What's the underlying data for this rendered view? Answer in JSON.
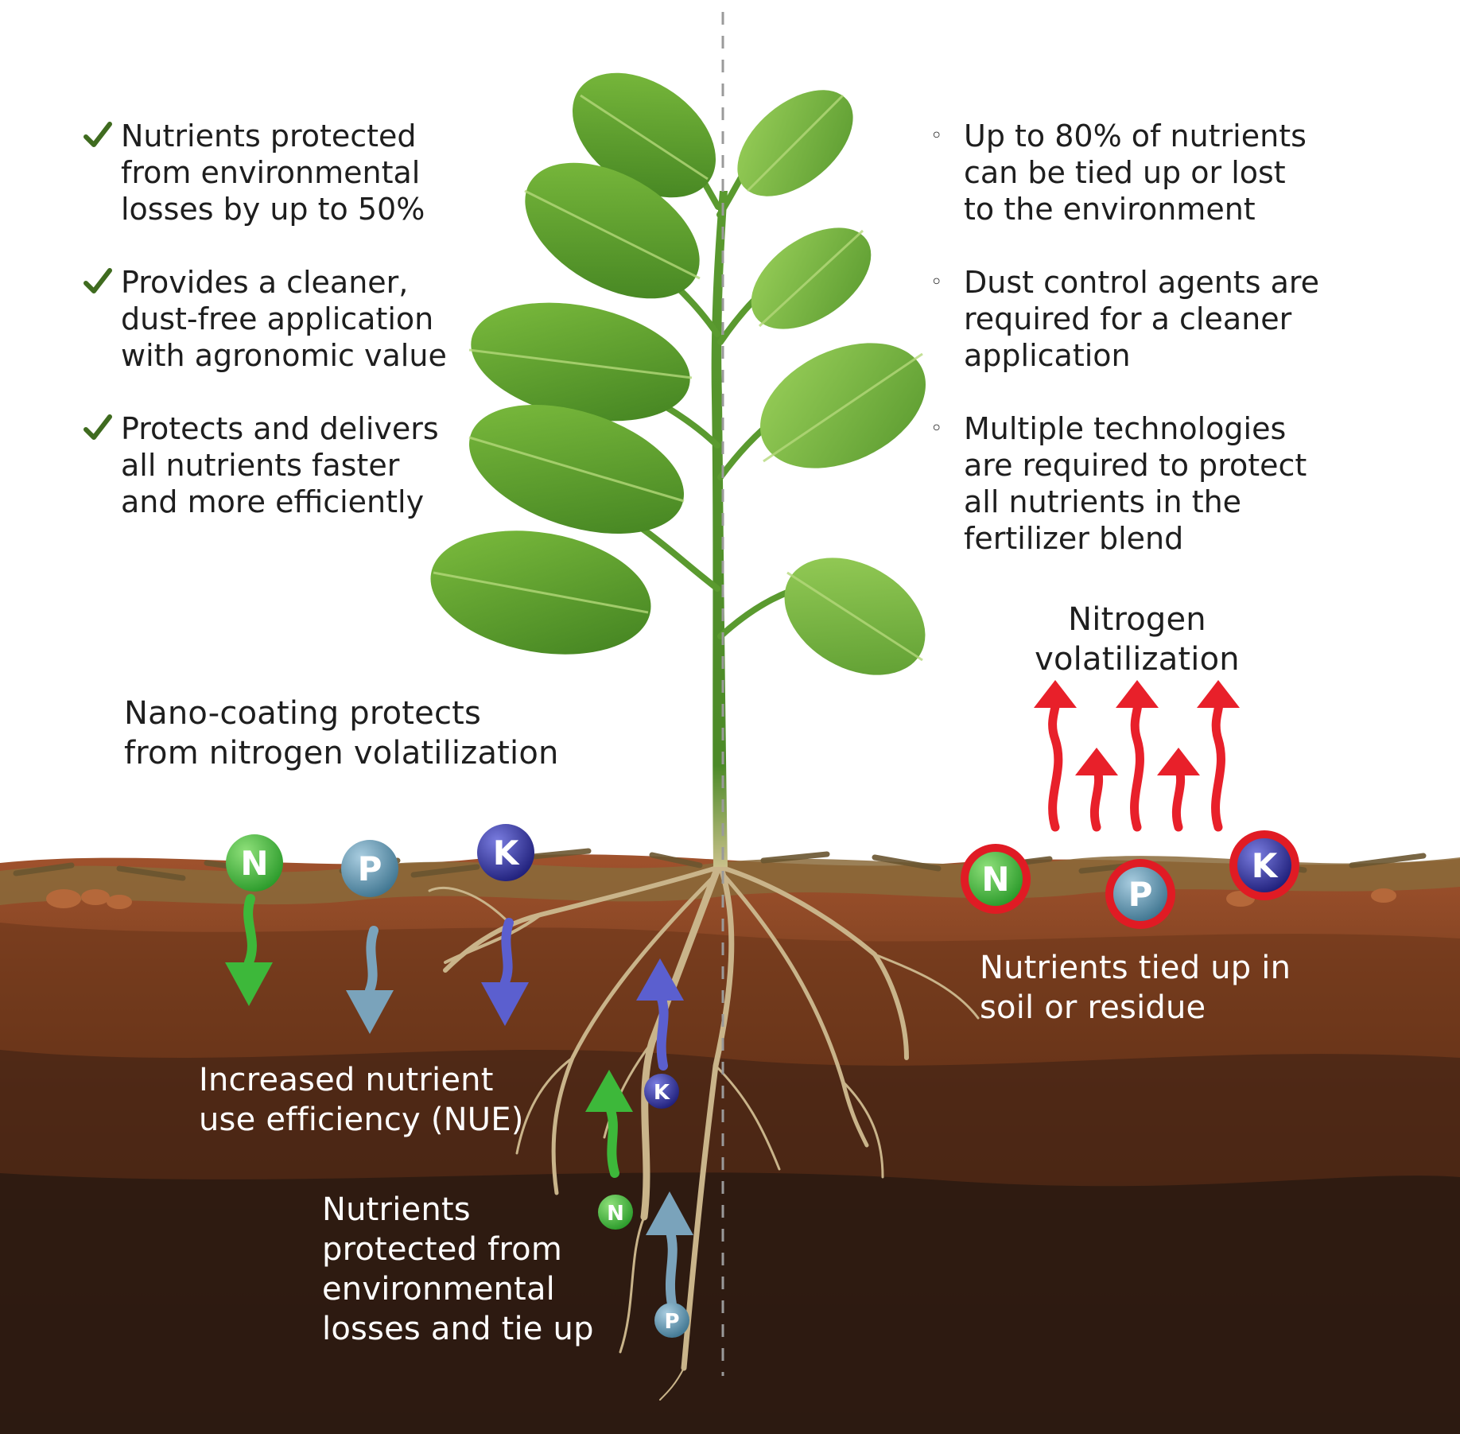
{
  "left_benefits": [
    {
      "lines": [
        "Nutrients protected",
        "from environmental",
        "losses by up to 50%"
      ]
    },
    {
      "lines": [
        "Provides a cleaner,",
        "dust-free application",
        "with agronomic value"
      ]
    },
    {
      "lines": [
        "Protects and delivers",
        "all nutrients faster",
        "and more efficiently"
      ]
    }
  ],
  "right_drawbacks": [
    {
      "lines": [
        "Up to 80% of nutrients",
        "can be tied up or lost",
        "to the environment"
      ]
    },
    {
      "lines": [
        "Dust control agents are",
        "required for a cleaner",
        "application"
      ]
    },
    {
      "lines": [
        "Multiple technologies",
        "are required to protect",
        "all nutrients in the",
        "fertilizer blend"
      ]
    }
  ],
  "labels": {
    "nano_coating": [
      "Nano-coating protects",
      "from nitrogen volatilization"
    ],
    "nitrogen_volatilization": [
      "Nitrogen",
      "volatilization"
    ],
    "nue": [
      "Increased nutrient",
      "use efficiency (NUE)"
    ],
    "protected_losses": [
      "Nutrients",
      "protected from",
      "environmental",
      "losses and tie up"
    ],
    "tied_up": [
      "Nutrients tied up in",
      "soil or residue"
    ]
  },
  "nutrients": {
    "N": {
      "letter": "N",
      "color": "#3db83a"
    },
    "P": {
      "letter": "P",
      "color": "#5a8fa6"
    },
    "K": {
      "letter": "K",
      "color": "#2e2f8f"
    }
  },
  "colors": {
    "check": "#3f6b1f",
    "red_ring": "#e01b24",
    "heat_arrow": "#e8202a",
    "arrow_N": "#3db83a",
    "arrow_P": "#7aa3bb",
    "arrow_K": "#5b5fcf"
  },
  "icons": {
    "check": "check-icon",
    "bullet": "circle-bullet-icon"
  }
}
